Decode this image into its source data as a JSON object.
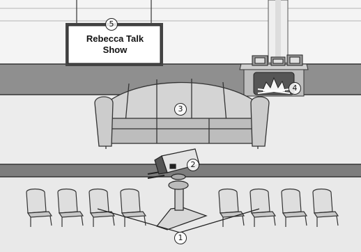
{
  "sign": {
    "line1": "Rebecca Talk",
    "line2": "Show"
  },
  "callouts": {
    "c1": "1",
    "c2": "2",
    "c3": "3",
    "c4": "4",
    "c5": "5"
  },
  "colors": {
    "floor": "#e9e9e9",
    "wall_band": "#8f8f8f",
    "stage_edge": "#777777",
    "line": "#333333"
  }
}
